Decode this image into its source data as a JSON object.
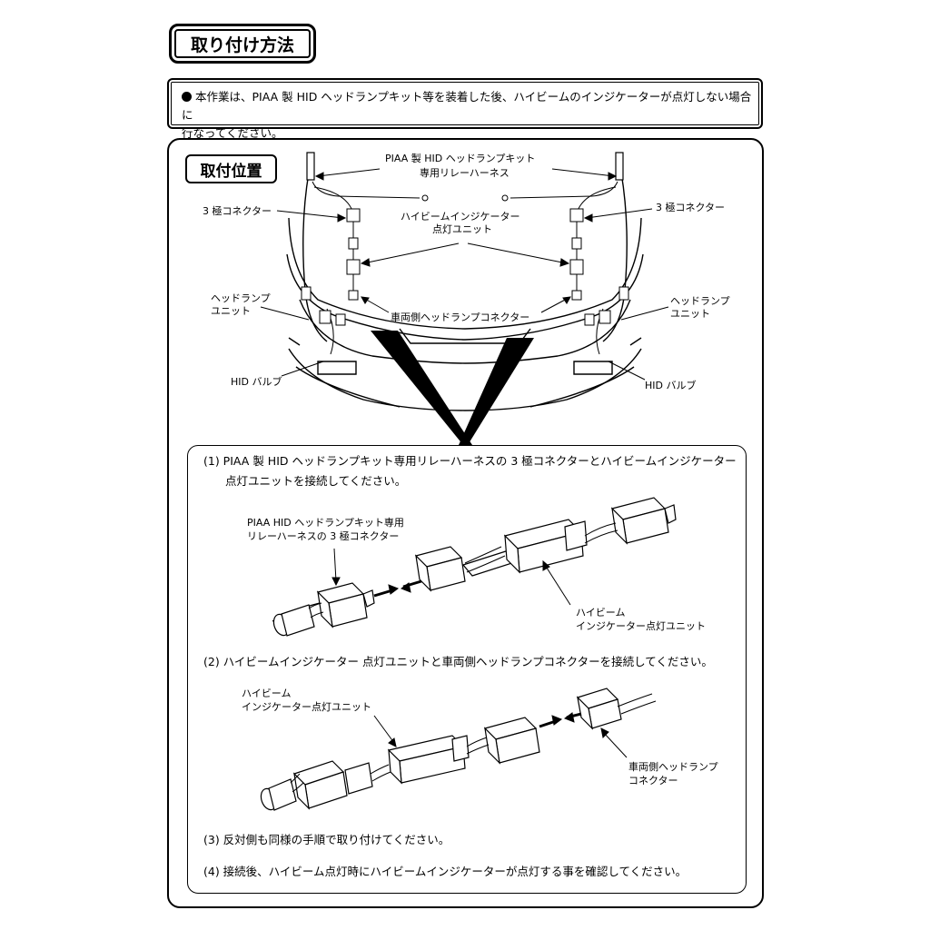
{
  "header": {
    "title": "取り付け方法"
  },
  "note": {
    "line1": "本作業は、PIAA 製 HID ヘッドランプキット等を装着した後、ハイビームのインジケーターが点灯しない場合に",
    "line2": "行なってください。"
  },
  "position_section": {
    "title": "取付位置",
    "labels": {
      "relay_harness_1": "PIAA 製 HID ヘッドランプキット",
      "relay_harness_2": "専用リレーハーネス",
      "connector_3pin_left": "3 極コネクター",
      "connector_3pin_right": "3 極コネクター",
      "indicator_unit_1": "ハイビームインジケーター",
      "indicator_unit_2": "点灯ユニット",
      "headlamp_unit_left_1": "ヘッドランプ",
      "headlamp_unit_left_2": "ユニット",
      "headlamp_unit_right_1": "ヘッドランプ",
      "headlamp_unit_right_2": "ユニット",
      "vehicle_connector": "車両側ヘッドランプコネクター",
      "hid_bulb_left": "HID バルブ",
      "hid_bulb_right": "HID バルブ"
    }
  },
  "steps": {
    "step1_line1": "(1)  PIAA 製 HID ヘッドランプキット専用リレーハーネスの 3 極コネクターとハイビームインジケーター",
    "step1_line2": "点灯ユニットを接続してください。",
    "step1_label_harness_1": "PIAA HID ヘッドランプキット専用",
    "step1_label_harness_2": "リレーハーネスの 3 極コネクター",
    "step1_label_unit_1": "ハイビーム",
    "step1_label_unit_2": "インジケーター点灯ユニット",
    "step2_line": "(2)  ハイビームインジケーター 点灯ユニットと車両側ヘッドランプコネクターを接続してください。",
    "step2_label_unit_1": "ハイビーム",
    "step2_label_unit_2": "インジケーター点灯ユニット",
    "step2_label_connector_1": "車両側ヘッドランプ",
    "step2_label_connector_2": "コネクター",
    "step3_line": "(3)   反対側も同様の手順で取り付けてください。",
    "step4_line": "(4)  接続後、ハイビーム点灯時にハイビームインジケーターが点灯する事を確認してください。"
  }
}
